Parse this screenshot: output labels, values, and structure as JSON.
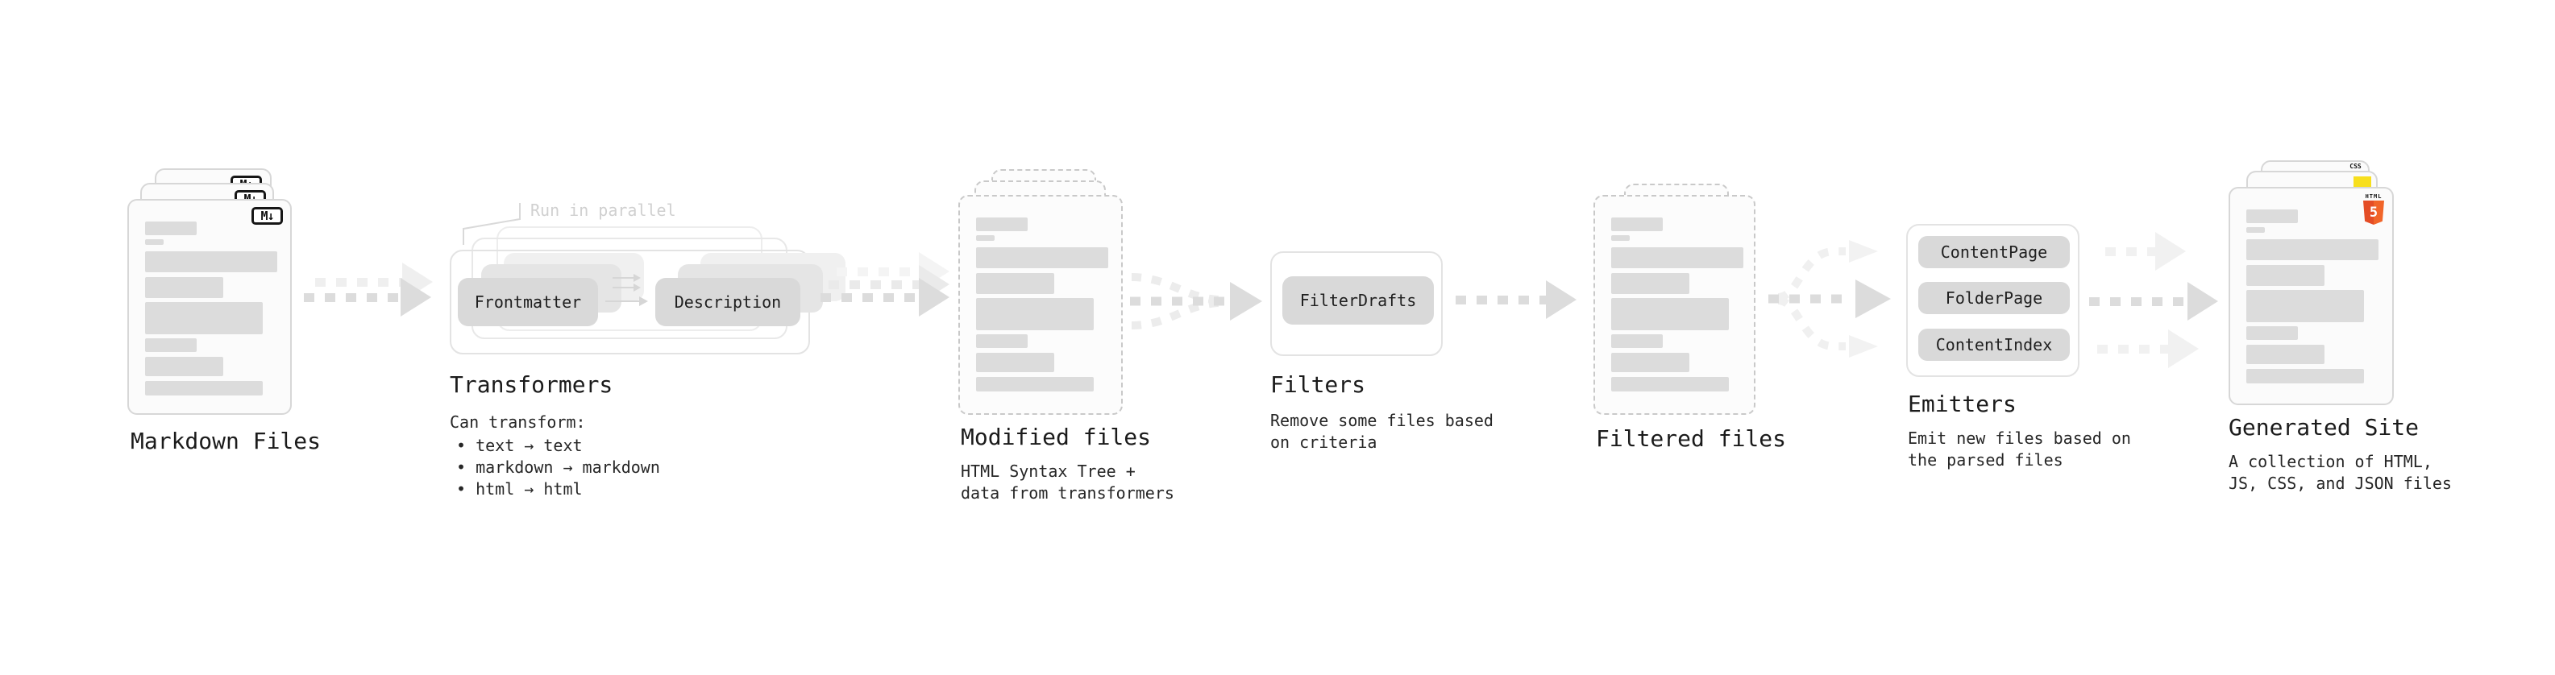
{
  "stages": {
    "markdown": {
      "title": "Markdown Files",
      "badge": "M↓"
    },
    "transformers": {
      "note": "Run in parallel",
      "chip_source": "Frontmatter",
      "chip_target": "Description",
      "title": "Transformers",
      "heading": "Can transform:",
      "bullets": [
        "• text → text",
        "• markdown → markdown",
        "• html → html"
      ]
    },
    "modified": {
      "title": "Modified files",
      "subtitle": [
        "HTML Syntax Tree +",
        "data from transformers"
      ]
    },
    "filters": {
      "chip": "FilterDrafts",
      "title": "Filters",
      "subtitle": [
        "Remove some files based",
        "on criteria"
      ]
    },
    "filtered": {
      "title": "Filtered files"
    },
    "emitters": {
      "chips": [
        "ContentPage",
        "FolderPage",
        "ContentIndex"
      ],
      "title": "Emitters",
      "subtitle": [
        "Emit new files based on",
        "the parsed files"
      ]
    },
    "generated": {
      "title": "Generated Site",
      "subtitle": [
        "A collection of HTML,",
        "JS, CSS, and JSON files"
      ],
      "badges": {
        "html_word": "HTML",
        "html_numeral": "5",
        "css": "CSS"
      }
    }
  },
  "colors": {
    "html5_shield_dark": "#e44d26",
    "html5_shield_light": "#f16529",
    "js_yellow": "#f7df1e",
    "css_blue": "#2b6bf3",
    "chip_bg": "#d9d9d9",
    "bar_fill": "#dcdcdc",
    "arrow": "#dcdcdc",
    "arrow_light": "#ededed",
    "note_gray": "#d0d0d0"
  }
}
